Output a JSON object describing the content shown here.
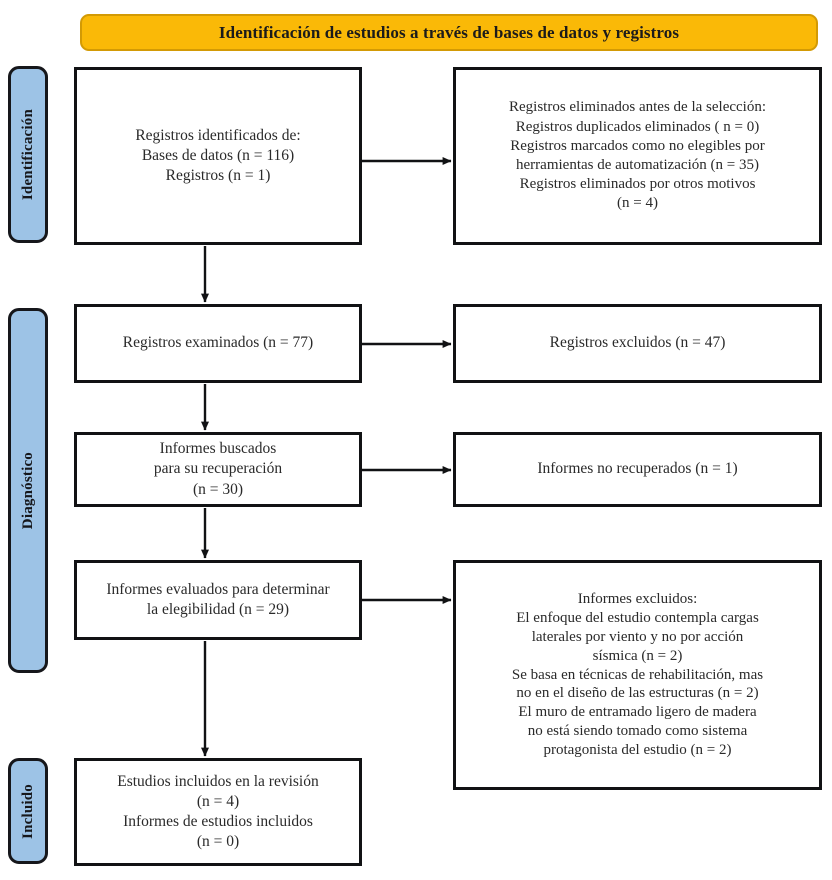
{
  "header": {
    "banner_label": "Identificación de estudios a través de bases de datos y registros",
    "banner_color": "#FAB907",
    "banner_border_color": "#D39A04"
  },
  "stages": {
    "color": "#9DC3E6",
    "border_color": "#16171b",
    "items": [
      {
        "id": "identificacion",
        "label": "Identificación"
      },
      {
        "id": "diagnostico",
        "label": "Diagnóstico"
      },
      {
        "id": "incluido",
        "label": "Incluido"
      }
    ]
  },
  "flow": {
    "left_column": [
      {
        "id": "identificados",
        "label": "Registros identificados de:\nBases de datos (n = 116)\nRegistros (n = 1)",
        "counts": {
          "bases_de_datos": 116,
          "registros": 1
        }
      },
      {
        "id": "examinados",
        "label": "Registros examinados (n = 77)",
        "counts": {
          "n": 77
        }
      },
      {
        "id": "buscados",
        "label": "Informes buscados\npara su recuperación\n(n = 30)",
        "counts": {
          "n": 30
        }
      },
      {
        "id": "evaluados",
        "label": "Informes evaluados para determinar\nla elegibilidad (n = 29)",
        "counts": {
          "n": 29
        }
      },
      {
        "id": "incluidos",
        "label": "Estudios incluidos en la revisión\n(n = 4)\nInformes de estudios incluidos\n(n = 0)",
        "counts": {
          "estudios_incluidos": 4,
          "informes_de_estudios_incluidos": 0
        }
      }
    ],
    "right_column": [
      {
        "id": "eliminados",
        "label": "Registros eliminados antes de la selección:\nRegistros duplicados eliminados ( n = 0)\nRegistros marcados como no elegibles por\nherramientas de automatización (n = 35)\nRegistros eliminados por otros motivos\n(n = 4)",
        "counts": {
          "duplicados": 0,
          "automatizacion": 35,
          "otros_motivos": 4
        }
      },
      {
        "id": "excluidos-registros",
        "label": "Registros excluidos (n = 47)",
        "counts": {
          "n": 47
        }
      },
      {
        "id": "no-recuperados",
        "label": "Informes no recuperados (n = 1)",
        "counts": {
          "n": 1
        }
      },
      {
        "id": "informes-excluidos",
        "label": "Informes excluidos:\nEl enfoque del estudio contempla cargas\nlaterales por viento y no por acción\nsísmica (n = 2)\nSe basa en técnicas de rehabilitación, mas\nno en el diseño de las estructuras (n = 2)\nEl muro de entramado ligero de madera\nno está siendo tomado como sistema\nprotagonista del estudio (n = 2)",
        "counts": {
          "viento_no_sismica": 2,
          "tecnicas_rehabilitacion": 2,
          "muro_no_protagonista": 2
        }
      }
    ]
  }
}
